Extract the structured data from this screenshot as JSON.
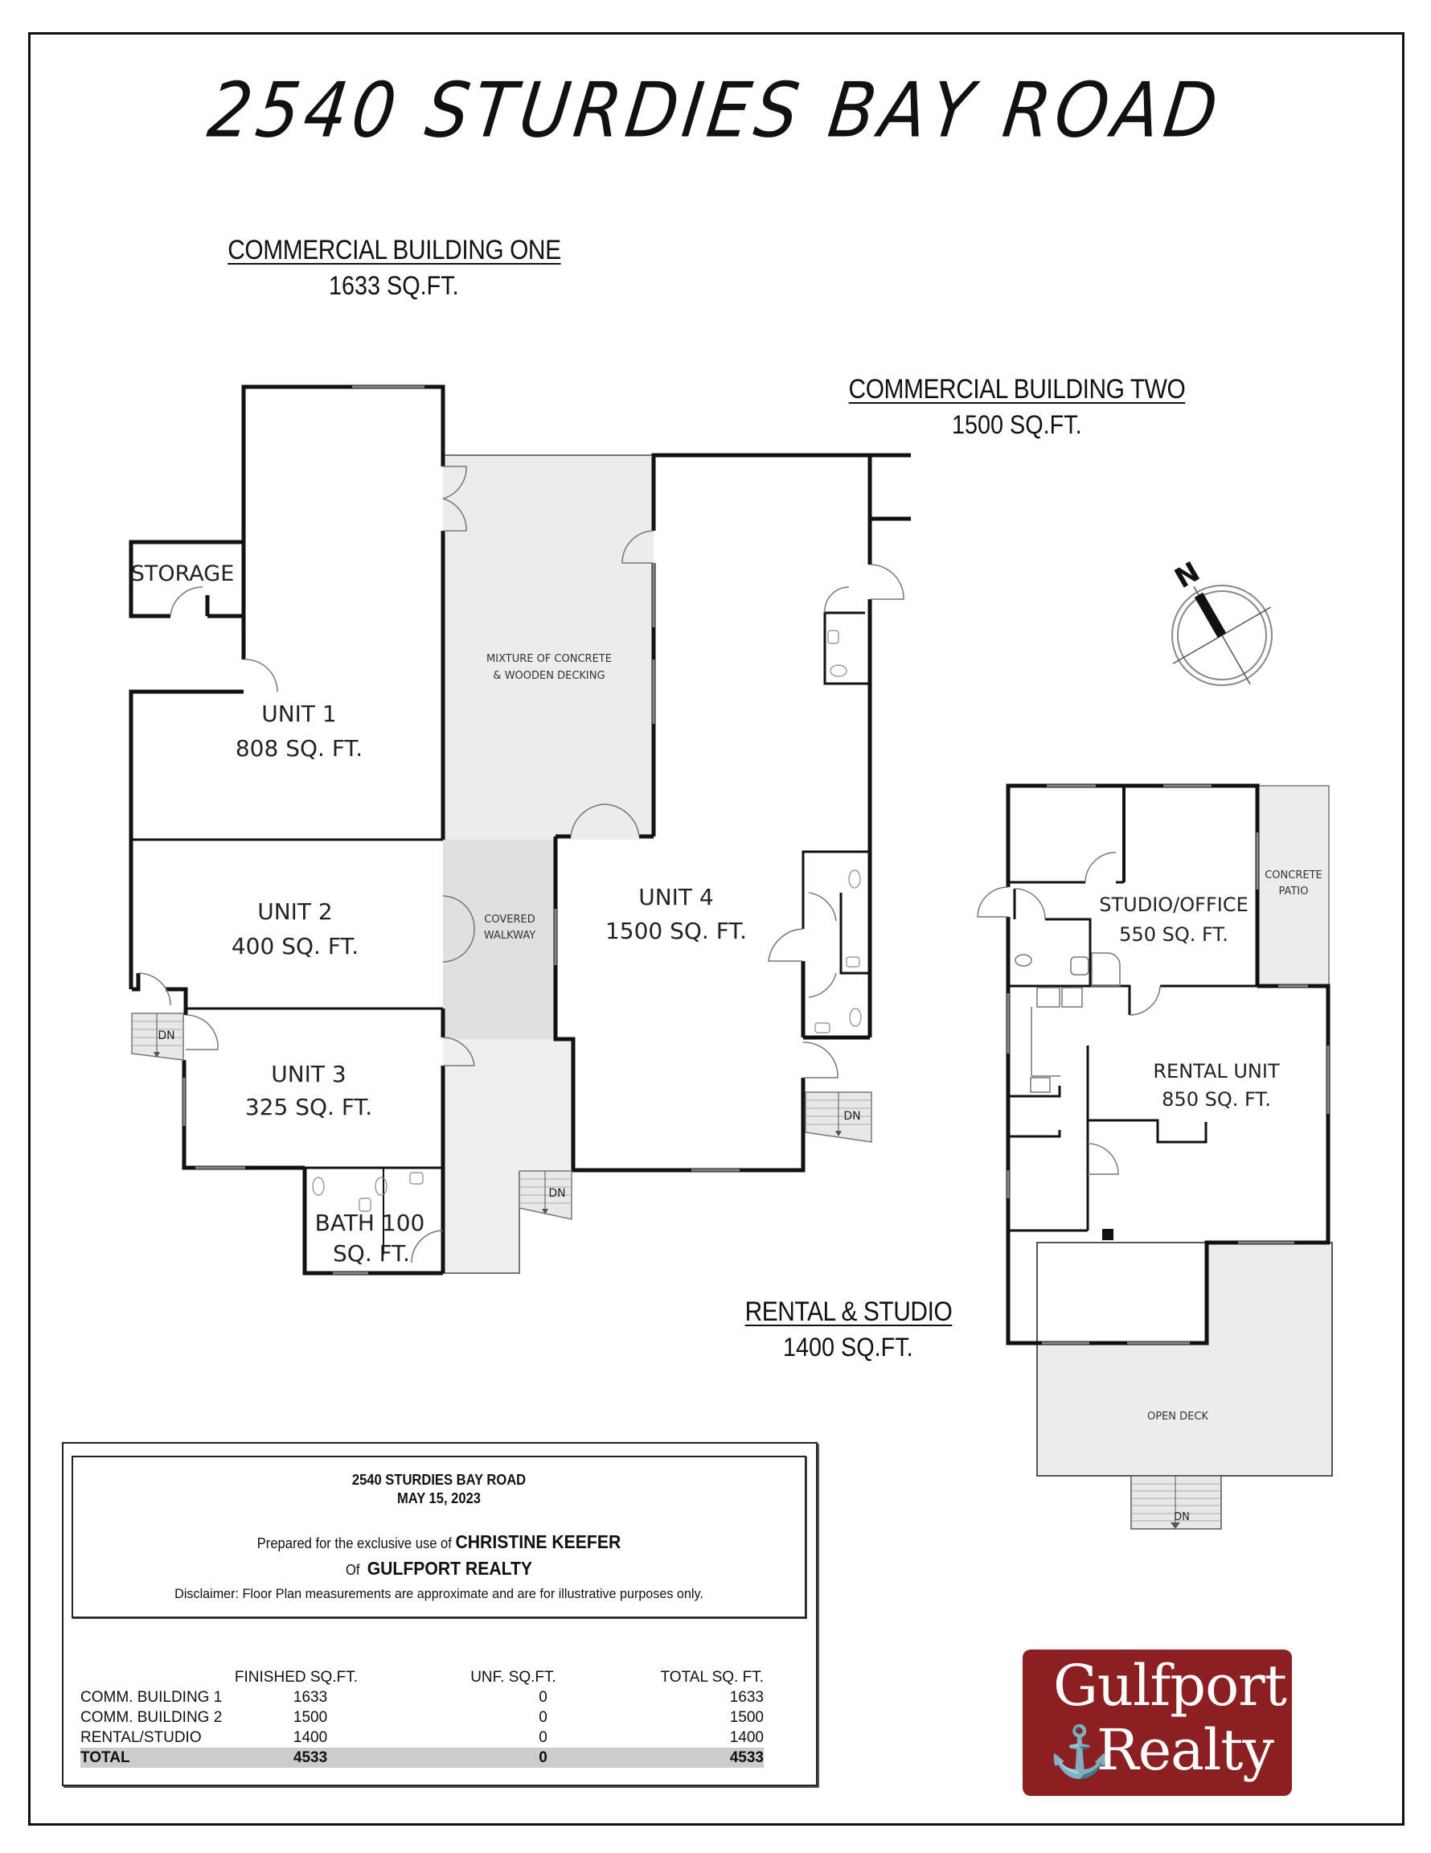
{
  "title": "2540 STURDIES BAY ROAD",
  "buildings": {
    "one": {
      "name": "COMMERCIAL BUILDING ONE",
      "area": "1633 SQ.FT."
    },
    "two": {
      "name": "COMMERCIAL BUILDING TWO",
      "area": "1500 SQ.FT."
    },
    "rental": {
      "name": "RENTAL & STUDIO",
      "area": "1400 SQ.FT."
    }
  },
  "rooms": {
    "storage": "STORAGE",
    "unit1": {
      "name": "UNIT 1",
      "area": "808 SQ. FT."
    },
    "unit2": {
      "name": "UNIT 2",
      "area": "400 SQ. FT."
    },
    "unit3": {
      "name": "UNIT 3",
      "area": "325 SQ. FT."
    },
    "unit4": {
      "name": "UNIT 4",
      "area": "1500 SQ. FT."
    },
    "bath": {
      "name": "BATH 100",
      "area": "SQ. FT."
    },
    "deck_note": {
      "line1": "MIXTURE OF CONCRETE",
      "line2": "& WOODEN DECKING"
    },
    "walkway": {
      "line1": "COVERED",
      "line2": "WALKWAY"
    },
    "studio": {
      "name": "STUDIO/OFFICE",
      "area": "550 SQ. FT."
    },
    "rental_unit": {
      "name": "RENTAL UNIT",
      "area": "850 SQ. FT."
    },
    "patio": {
      "line1": "CONCRETE",
      "line2": "PATIO"
    },
    "open_deck": "OPEN DECK",
    "stairs_label": "DN"
  },
  "compass": {
    "label": "N",
    "rotation_deg": -30
  },
  "info": {
    "address": "2540 STURDIES BAY ROAD",
    "date": "MAY 15, 2023",
    "prepared_prefix": "Prepared for the exclusive use of",
    "client": "CHRISTINE KEEFER",
    "of_prefix": "Of",
    "company": "GULFPORT REALTY",
    "disclaimer": "Disclaimer: Floor Plan measurements are approximate and are for illustrative purposes only."
  },
  "sqft_table": {
    "headers": [
      "",
      "FINISHED SQ.FT.",
      "UNF.  SQ.FT.",
      "TOTAL SQ. FT."
    ],
    "rows": [
      {
        "label": "COMM. BUILDING 1",
        "finished": "1633",
        "unfinished": "0",
        "total": "1633"
      },
      {
        "label": "COMM. BUILDING 2",
        "finished": "1500",
        "unfinished": "0",
        "total": "1500"
      },
      {
        "label": "RENTAL/STUDIO",
        "finished": "1400",
        "unfinished": "0",
        "total": "1400"
      }
    ],
    "total": {
      "label": "TOTAL",
      "finished": "4533",
      "unfinished": "0",
      "total": "4533"
    }
  },
  "logo": {
    "line1": "Gulfport",
    "line2": "Realty",
    "bg_color": "#8b1f22"
  },
  "colors": {
    "deck": "#ececec",
    "walkway": "#e0e0e0",
    "wall": "#111111"
  }
}
